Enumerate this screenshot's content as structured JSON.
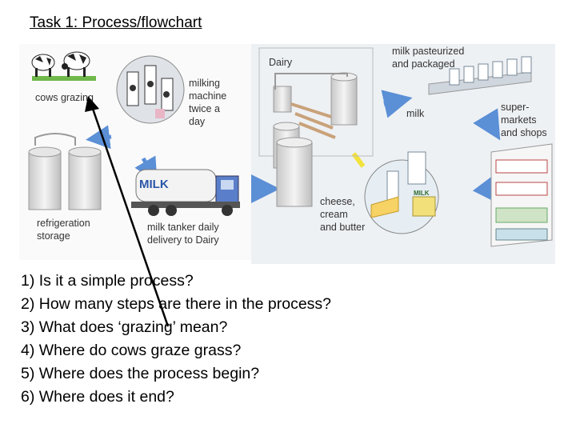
{
  "title": "Task 1: Process/flowchart",
  "figure": {
    "cows_label": "cows grazing",
    "milking_label": [
      "milking",
      "machine",
      "twice a",
      "day"
    ],
    "refrigeration_label": [
      "refrigeration",
      "storage"
    ],
    "tanker_text": "MILK",
    "tanker_label": [
      "milk tanker daily",
      "delivery to Dairy"
    ],
    "dairy_label": "Dairy",
    "pasteurized_label": [
      "milk pasteurized",
      "and packaged"
    ],
    "milk_label": "milk",
    "shops_label": [
      "super-",
      "markets",
      "and shops"
    ],
    "products_label": [
      "cheese,",
      "cream",
      "and butter"
    ],
    "carton_text": "MILK"
  },
  "questions": [
    "1) Is it a simple process?",
    "2) How many steps are there in the process?",
    "3) What does ‘grazing’ mean?",
    "4) Where do cows graze grass?",
    "5) Where does the process begin?",
    "6) Where does it end?"
  ],
  "colors": {
    "arrow_blue": "#5b8fd6",
    "arrow_yellow": "#f2e23c",
    "tank_grey": "#d9d9d9"
  }
}
